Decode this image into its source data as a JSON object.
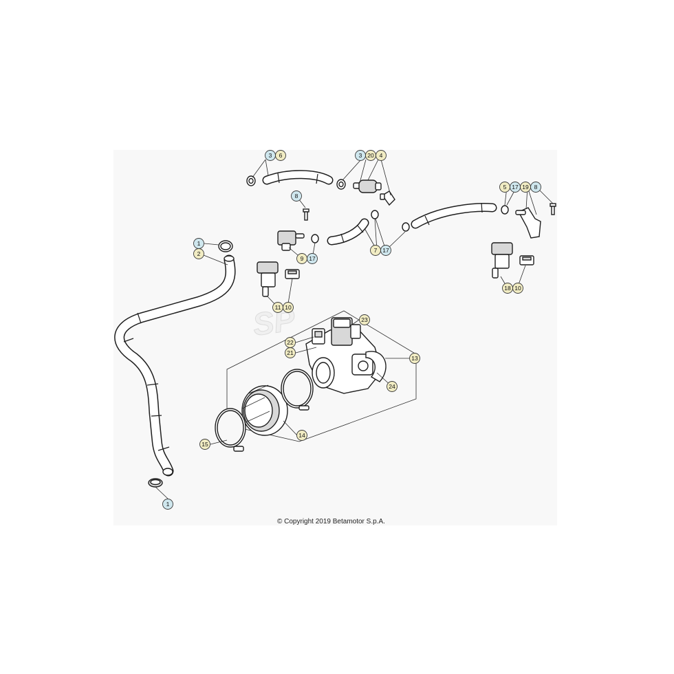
{
  "copyright": "© Copyright 2019 Betamotor S.p.A.",
  "colors": {
    "callout_blue": "#cfe7ee",
    "callout_yellow": "#f1ecc3",
    "callout_stroke": "#3a3a3a",
    "panel_bg": "#f8f8f8"
  },
  "callouts": [
    {
      "label": "3",
      "color": "blue"
    },
    {
      "label": "6",
      "color": "yellow"
    },
    {
      "label": "3",
      "color": "blue"
    },
    {
      "label": "20",
      "color": "yellow"
    },
    {
      "label": "4",
      "color": "yellow"
    },
    {
      "label": "5",
      "color": "yellow"
    },
    {
      "label": "17",
      "color": "blue"
    },
    {
      "label": "19",
      "color": "yellow"
    },
    {
      "label": "8",
      "color": "blue"
    },
    {
      "label": "8",
      "color": "blue"
    },
    {
      "label": "1",
      "color": "blue"
    },
    {
      "label": "2",
      "color": "yellow"
    },
    {
      "label": "9",
      "color": "yellow"
    },
    {
      "label": "17",
      "color": "blue"
    },
    {
      "label": "7",
      "color": "yellow"
    },
    {
      "label": "17",
      "color": "blue"
    },
    {
      "label": "18",
      "color": "yellow"
    },
    {
      "label": "10",
      "color": "yellow"
    },
    {
      "label": "11",
      "color": "yellow"
    },
    {
      "label": "10",
      "color": "yellow"
    },
    {
      "label": "23",
      "color": "yellow"
    },
    {
      "label": "22",
      "color": "yellow"
    },
    {
      "label": "21",
      "color": "yellow"
    },
    {
      "label": "13",
      "color": "yellow"
    },
    {
      "label": "24",
      "color": "yellow"
    },
    {
      "label": "14",
      "color": "yellow"
    },
    {
      "label": "15",
      "color": "yellow"
    },
    {
      "label": "1",
      "color": "blue"
    }
  ]
}
